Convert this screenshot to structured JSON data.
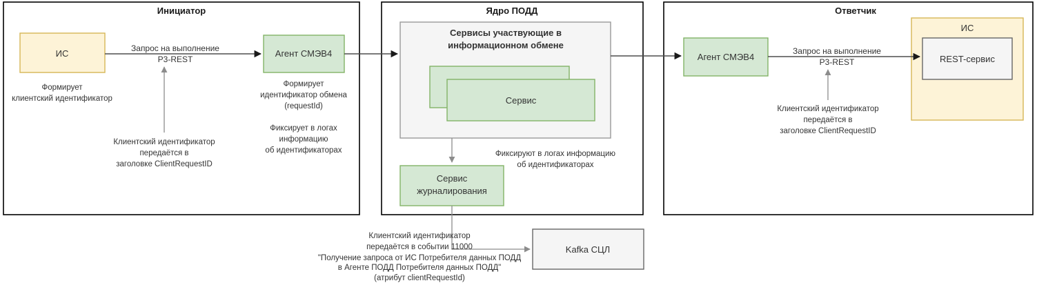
{
  "diagram": {
    "title_hidden": "",
    "panels": [
      {
        "id": "initiator",
        "title": "Инициатор"
      },
      {
        "id": "podd-core",
        "title": "Ядро ПОДД"
      },
      {
        "id": "responder",
        "title": "Ответчик"
      }
    ],
    "colors": {
      "yellow_fill": "#fdf3d7",
      "yellow_stroke": "#d6b656",
      "green_fill": "#d5e8d4",
      "green_stroke": "#82b366",
      "gray_fill": "#f5f5f5",
      "gray_stroke": "#999999",
      "gray_stroke_dark": "#666666",
      "panel_stroke": "#000000",
      "arrow_dark": "#4d4d4d",
      "arrow_light": "#8c8c8c",
      "text": "#333333"
    },
    "initiator": {
      "is_box_label": "ИС",
      "is_note_line1": "Формирует",
      "is_note_line2": "клиентский идентификатор",
      "agent_box_label": "Агент СМЭВ4",
      "agent_note_line1": "Формирует",
      "agent_note_line2": "идентификатор обмена",
      "agent_note_line3": "(requestId)",
      "agent_note2_line1": "Фиксирует в логах",
      "agent_note2_line2": "информацию",
      "agent_note2_line3": "об идентификаторах",
      "edge_label_line1": "Запрос на выполнение",
      "edge_label_line2": "Р3-REST",
      "header_note_line1": "Клиентский идентификатор",
      "header_note_line2": "передаётся в",
      "header_note_line3": "заголовке ClientRequestID"
    },
    "core": {
      "services_title_line1": "Сервисы участвующие в",
      "services_title_line2": "информационном обмене",
      "service_box_label": "Сервис",
      "log_service_line1": "Сервис",
      "log_service_line2": "журналирования",
      "log_note_line1": "Фиксируют в логах информацию",
      "log_note_line2": "об идентификаторах"
    },
    "responder": {
      "agent_box_label": "Агент СМЭВ4",
      "is_box_label": "ИС",
      "rest_box_label": "REST-сервис",
      "edge_label_line1": "Запрос на выполнение",
      "edge_label_line2": "Р3-REST",
      "header_note_line1": "Клиентский идентификатор",
      "header_note_line2": "передаётся в",
      "header_note_line3": "заголовке ClientRequestID"
    },
    "bottom": {
      "kafka_box_label": "Kafka СЦЛ",
      "event_note_line1": "Клиентский идентификатор",
      "event_note_line2": "передаётся в событии 11000",
      "event_note_line3": "\"Получение запроса от ИС Потребителя данных ПОДД",
      "event_note_line4": "в Агенте ПОДД Потребителя данных ПОДД\"",
      "event_note_line5": "(атрибут clientRequestId)"
    }
  }
}
